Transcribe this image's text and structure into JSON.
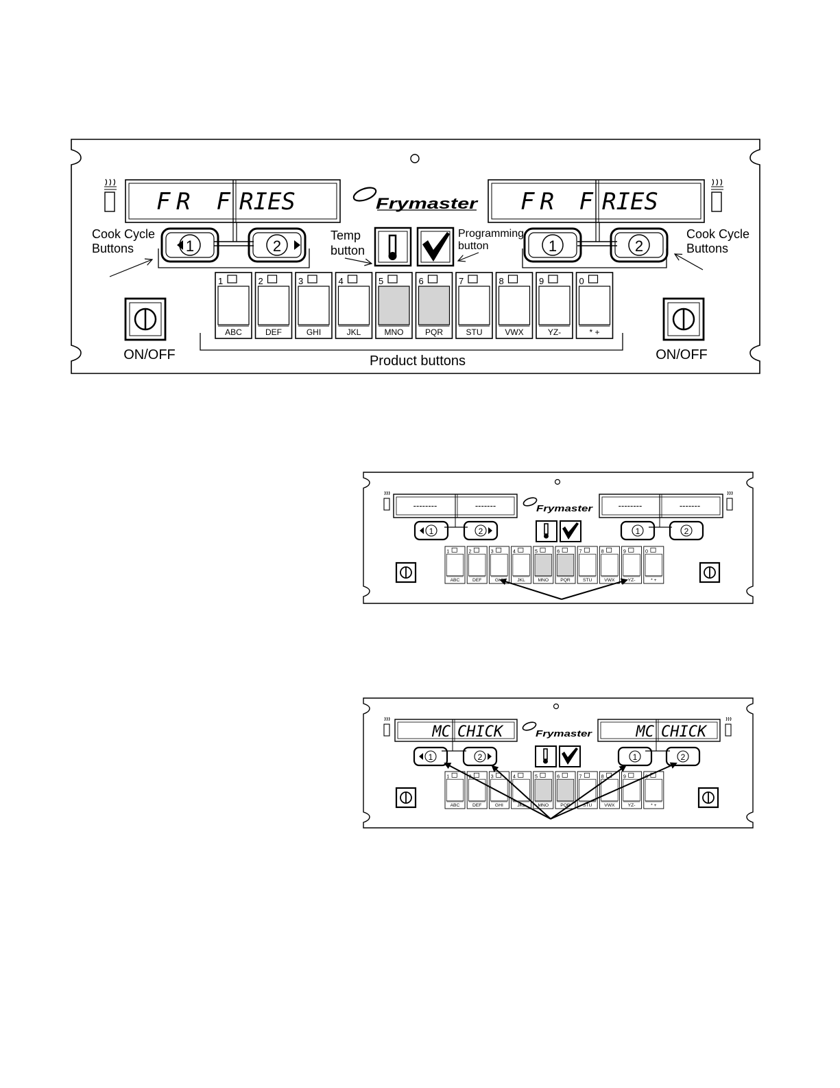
{
  "main_panel": {
    "brand": "Frymaster",
    "left_display": {
      "segment_a": "FR F",
      "segment_b": "RIES"
    },
    "right_display": {
      "segment_a": "FR F",
      "segment_b": "RIES"
    },
    "cook_cycle_label_left": {
      "line1": "Cook Cycle",
      "line2": "Buttons"
    },
    "cook_cycle_label_right": {
      "line1": "Cook Cycle",
      "line2": "Buttons"
    },
    "temp_label": {
      "line1": "Temp",
      "line2": "button"
    },
    "programming_label": {
      "line1": "Programming",
      "line2": "button"
    },
    "cook_buttons": [
      "1",
      "2"
    ],
    "on_off_label": "ON/OFF",
    "product_label": "Product buttons",
    "product_buttons": [
      {
        "num": "1",
        "letters": "ABC",
        "shaded": false
      },
      {
        "num": "2",
        "letters": "DEF",
        "shaded": false
      },
      {
        "num": "3",
        "letters": "GHI",
        "shaded": false
      },
      {
        "num": "4",
        "letters": "JKL",
        "shaded": false
      },
      {
        "num": "5",
        "letters": "MNO",
        "shaded": true
      },
      {
        "num": "6",
        "letters": "PQR",
        "shaded": true
      },
      {
        "num": "7",
        "letters": "STU",
        "shaded": false
      },
      {
        "num": "8",
        "letters": "VWX",
        "shaded": false
      },
      {
        "num": "9",
        "letters": "YZ-",
        "shaded": false
      },
      {
        "num": "0",
        "letters": "* +",
        "shaded": false
      }
    ]
  },
  "panel_2": {
    "brand": "Frymaster",
    "left_display": {
      "segment_a": "--------",
      "segment_b": "-------"
    },
    "right_display": {
      "segment_a": "--------",
      "segment_b": "-------"
    },
    "cook_buttons": [
      "1",
      "2"
    ],
    "product_buttons": [
      {
        "num": "1",
        "letters": "ABC",
        "shaded": false
      },
      {
        "num": "2",
        "letters": "DEF",
        "shaded": false
      },
      {
        "num": "3",
        "letters": "GHI",
        "shaded": false
      },
      {
        "num": "4",
        "letters": "JKL",
        "shaded": false
      },
      {
        "num": "5",
        "letters": "MNO",
        "shaded": true
      },
      {
        "num": "6",
        "letters": "PQR",
        "shaded": true
      },
      {
        "num": "7",
        "letters": "STU",
        "shaded": false
      },
      {
        "num": "8",
        "letters": "VWX",
        "shaded": false
      },
      {
        "num": "9",
        "letters": "YZ-",
        "shaded": false
      },
      {
        "num": "0",
        "letters": "* +",
        "shaded": false
      }
    ]
  },
  "panel_3": {
    "brand": "Frymaster",
    "left_display": {
      "segment_a": "MC",
      "segment_b": "CHICK"
    },
    "right_display": {
      "segment_a": "MC",
      "segment_b": "CHICK"
    },
    "cook_buttons": [
      "1",
      "2"
    ],
    "product_buttons": [
      {
        "num": "1",
        "letters": "ABC",
        "shaded": false
      },
      {
        "num": "2",
        "letters": "DEF",
        "shaded": false
      },
      {
        "num": "3",
        "letters": "GHI",
        "shaded": false
      },
      {
        "num": "4",
        "letters": "JKL",
        "shaded": false
      },
      {
        "num": "5",
        "letters": "MNO",
        "shaded": true
      },
      {
        "num": "6",
        "letters": "PQR",
        "shaded": true
      },
      {
        "num": "7",
        "letters": "STU",
        "shaded": false
      },
      {
        "num": "8",
        "letters": "VWX",
        "shaded": false
      },
      {
        "num": "9",
        "letters": "YZ-",
        "shaded": false
      },
      {
        "num": "0",
        "letters": "* +",
        "shaded": false
      }
    ]
  }
}
